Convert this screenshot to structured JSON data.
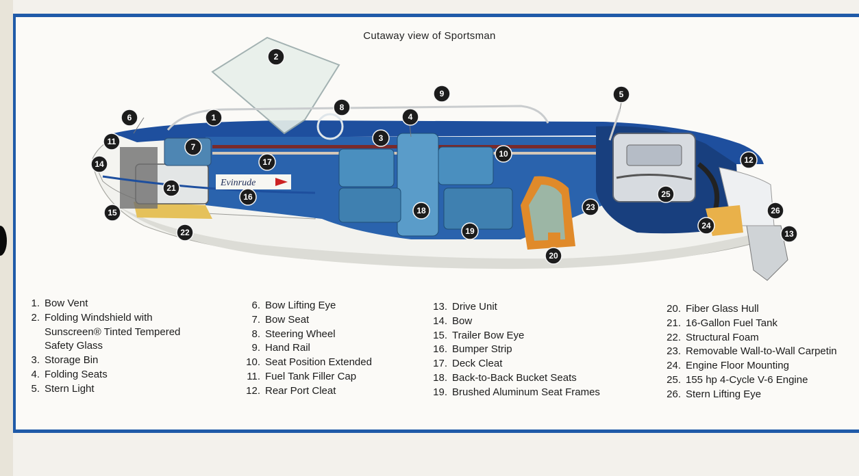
{
  "title": "Cutaway view of Sportsman",
  "brand_label": "Evinrude",
  "markers": [
    {
      "n": "1"
    },
    {
      "n": "2"
    },
    {
      "n": "3"
    },
    {
      "n": "4"
    },
    {
      "n": "5"
    },
    {
      "n": "6"
    },
    {
      "n": "7"
    },
    {
      "n": "8"
    },
    {
      "n": "9"
    },
    {
      "n": "10"
    },
    {
      "n": "11"
    },
    {
      "n": "12"
    },
    {
      "n": "13"
    },
    {
      "n": "14"
    },
    {
      "n": "15"
    },
    {
      "n": "16"
    },
    {
      "n": "17"
    },
    {
      "n": "18"
    },
    {
      "n": "19"
    },
    {
      "n": "20"
    },
    {
      "n": "21"
    },
    {
      "n": "22"
    },
    {
      "n": "23"
    },
    {
      "n": "24"
    },
    {
      "n": "25"
    },
    {
      "n": "26"
    }
  ],
  "legend": {
    "col1": [
      {
        "num": "1.",
        "label": "Bow Vent"
      },
      {
        "num": "2.",
        "label": "Folding Windshield with"
      },
      {
        "num": "",
        "label": "Sunscreen® Tinted Tempered"
      },
      {
        "num": "",
        "label": "Safety Glass"
      },
      {
        "num": "3.",
        "label": "Storage Bin"
      },
      {
        "num": "4.",
        "label": "Folding Seats"
      },
      {
        "num": "5.",
        "label": "Stern Light"
      }
    ],
    "col2": [
      {
        "num": "6.",
        "label": "Bow Lifting Eye"
      },
      {
        "num": "7.",
        "label": "Bow Seat"
      },
      {
        "num": "8.",
        "label": "Steering Wheel"
      },
      {
        "num": "9.",
        "label": "Hand Rail"
      },
      {
        "num": "10.",
        "label": "Seat Position Extended"
      },
      {
        "num": "11.",
        "label": "Fuel Tank Filler Cap"
      },
      {
        "num": "12.",
        "label": "Rear Port Cleat"
      }
    ],
    "col3": [
      {
        "num": "13.",
        "label": "Drive Unit"
      },
      {
        "num": "14.",
        "label": "Bow"
      },
      {
        "num": "15.",
        "label": "Trailer Bow Eye"
      },
      {
        "num": "16.",
        "label": "Bumper Strip"
      },
      {
        "num": "17.",
        "label": "Deck Cleat"
      },
      {
        "num": "18.",
        "label": "Back-to-Back Bucket Seats"
      },
      {
        "num": "19.",
        "label": "Brushed Aluminum Seat Frames"
      }
    ],
    "col4": [
      {
        "num": "20.",
        "label": "Fiber Glass Hull"
      },
      {
        "num": "21.",
        "label": "16-Gallon Fuel Tank"
      },
      {
        "num": "22.",
        "label": "Structural Foam"
      },
      {
        "num": "23.",
        "label": "Removable Wall-to-Wall Carpetin"
      },
      {
        "num": "24.",
        "label": "Engine Floor Mounting"
      },
      {
        "num": "25.",
        "label": "155 hp 4-Cycle V-6 Engine"
      },
      {
        "num": "26.",
        "label": "Stern Lifting Eye"
      }
    ]
  },
  "colors": {
    "frame_blue": "#1f5aa8",
    "deck_blue": "#1e4f9e",
    "seat_blue": "#4a8fbf",
    "hull_white": "#f2f2ee",
    "foam_orange": "#e08a2a",
    "marker_dark": "#1c1c1c"
  }
}
